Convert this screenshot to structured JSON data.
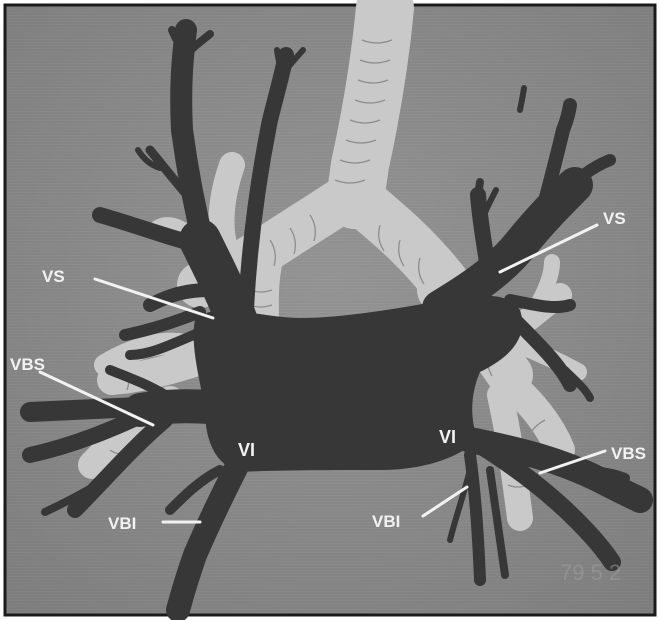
{
  "labels": {
    "vs_left": "VS",
    "vs_right": "VS",
    "vbs_left": "VBS",
    "vbs_right": "VBS",
    "vi_left": "VI",
    "vi_right": "VI",
    "vbi_left": "VBI",
    "vbi_right": "VBI"
  },
  "watermark": "79 5 2",
  "colors": {
    "background": "#8f8f8f",
    "veins": "#373737",
    "airways": "#c9c9c9",
    "labels": "#f2f2f2",
    "frame": "#1a1a1a"
  }
}
